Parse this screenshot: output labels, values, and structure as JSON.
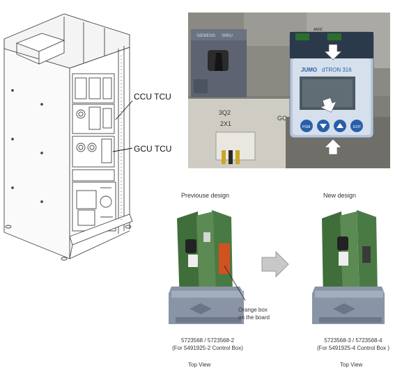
{
  "cabinet": {
    "ccu_label": "CCU TCU",
    "gcu_label": "GCU TCU"
  },
  "photo": {
    "brand": "JUMO",
    "model": "dTRON 316",
    "siemens": "SIEMENS",
    "siemens_suffix": "SIRIU",
    "tag_1": "3Q2",
    "tag_2": "2X1",
    "tag_3": "GC",
    "btn_pgm": "PGM",
    "btn_exit": "EXIT",
    "top_code": "AR02"
  },
  "designs": {
    "previous_title": "Previouse design",
    "new_title": "New design",
    "previous_part": "5723568 / 5723568-2",
    "previous_box": "(For 5491925-2 Control Box)",
    "new_part": "5723568-3 / 5723568-4",
    "new_box": "(For 5491925-4 Control Box )",
    "orange_note_1": "Orange box",
    "orange_note_2": "on the board",
    "previous_view": "Top View",
    "new_view": "Top View"
  },
  "colors": {
    "orange_box": "#d0521f",
    "pcb_green": "#3f6e3a",
    "jumo_blue": "#2a5fa8"
  }
}
